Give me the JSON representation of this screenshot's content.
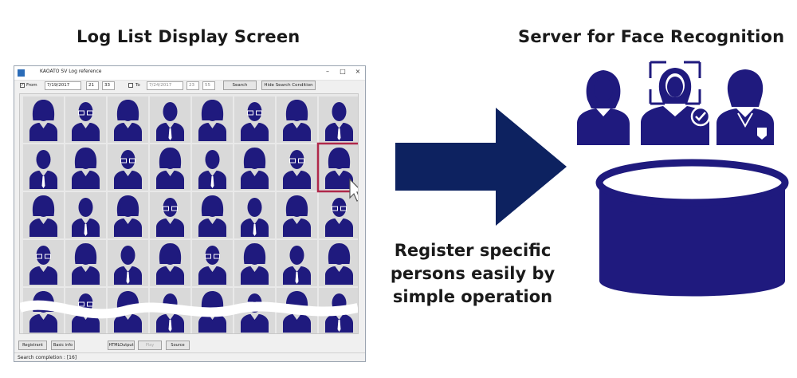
{
  "left_title": "Log List Display Screen",
  "right_title": "Server for Face Recognition",
  "caption_lines": [
    "Register specific",
    "persons easily by",
    "simple operation"
  ],
  "window": {
    "title": "KAOATO SV Log reference",
    "from_label": "From",
    "from_date": "7/19/2017",
    "from_hour": "21",
    "from_min": "33",
    "to_label": "To",
    "to_date": "7/24/2017",
    "to_hour": "23",
    "to_min": "55",
    "search_button": "Search",
    "hide_button": "Hide Search Condition",
    "buttons": [
      "Registrant",
      "Basic info",
      "HTMLOutput",
      "Play",
      "Source"
    ],
    "status": "Search completion : [16]"
  },
  "colors": {
    "navy": "#1f1a7e",
    "arrow": "#0d2260",
    "tile": "#d9d9d9",
    "highlight": "#b0284a"
  },
  "grid": {
    "columns": 8,
    "rows": 5
  }
}
